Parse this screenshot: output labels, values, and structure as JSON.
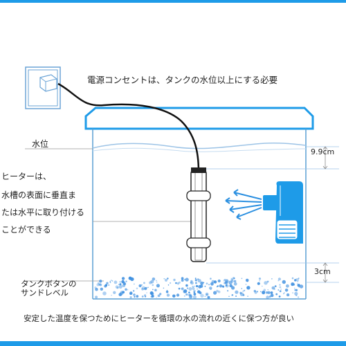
{
  "labels": {
    "outlet_note": "電源コンセントは、タンクの水位以上にする必要",
    "water_level": "水位",
    "heater_line1": "ヒーターは、",
    "heater_line2": "水槽の表面に垂直ま",
    "heater_line3": "たは水平に取り付ける",
    "heater_line4": "ことができる",
    "dim_top": "9.9cm",
    "dim_bottom": "3cm",
    "sand_line1": "タンクボタンの",
    "sand_line2": "サンドレベル",
    "footer": "安定した温度を保つためにヒーターを循環の水の流れの近くに保つ方が良い"
  },
  "colors": {
    "accent": "#1e9be8",
    "outline": "#5a9fd4",
    "gravel": "#3d8fe0"
  }
}
